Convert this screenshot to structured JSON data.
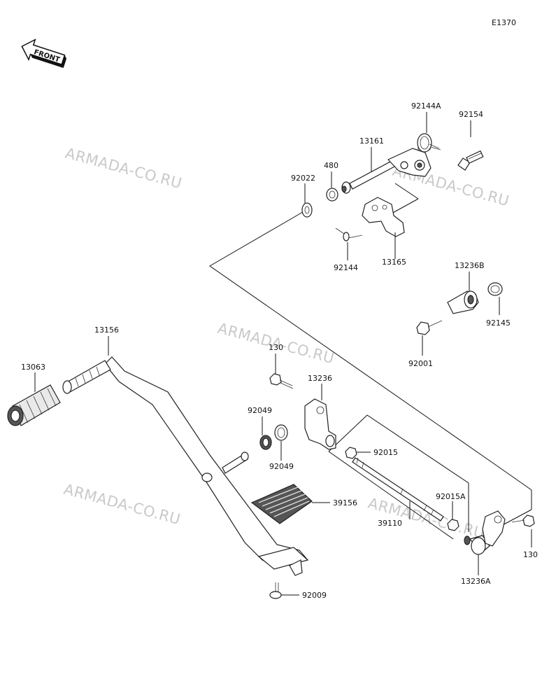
{
  "diagram_code": "E1370",
  "front_label": "FRONT",
  "watermark": "ARMADA-CO.RU",
  "labels": {
    "p92144A": "92144A",
    "p92154": "92154",
    "p13161": "13161",
    "p480": "480",
    "p92022": "92022",
    "p92144": "92144",
    "p13165": "13165",
    "p13236B": "13236B",
    "p92145": "92145",
    "p92001": "92001",
    "p13156": "13156",
    "p13063": "13063",
    "p130a": "130",
    "p13236": "13236",
    "p92049a": "92049",
    "p92049b": "92049",
    "p92015": "92015",
    "p92015A": "92015A",
    "p39156": "39156",
    "p39110": "39110",
    "p130b": "130",
    "p13236A": "13236A",
    "p92009": "92009"
  }
}
